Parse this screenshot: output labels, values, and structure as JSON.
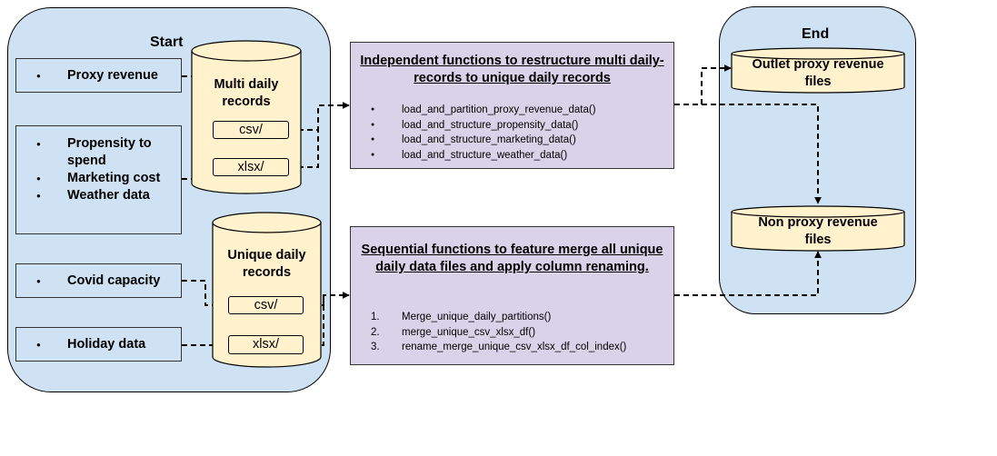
{
  "start": {
    "title": "Start"
  },
  "end": {
    "title": "End"
  },
  "sources": {
    "proxy": [
      "Proxy revenue"
    ],
    "group": [
      "Propensity to spend",
      "Marketing cost",
      "Weather data"
    ],
    "covid": [
      "Covid capacity"
    ],
    "holiday": [
      "Holiday data"
    ]
  },
  "stores": {
    "multi": {
      "title": "Multi daily records",
      "csv": "csv/",
      "xlsx": "xlsx/"
    },
    "unique": {
      "title": "Unique daily records",
      "csv": "csv/",
      "xlsx": "xlsx/"
    }
  },
  "functions": {
    "independent": {
      "title": "Independent functions to restructure multi daily-records to unique daily records",
      "items": [
        "load_and_partition_proxy_revenue_data()",
        "load_and_structure_propensity_data()",
        "load_and_structure_marketing_data()",
        "load_and_structure_weather_data()"
      ]
    },
    "sequential": {
      "title": "Sequential functions to feature merge all unique daily data files and apply column renaming.",
      "markers": [
        "1.",
        "2.",
        "3."
      ],
      "items": [
        "Merge_unique_daily_partitions()",
        "merge_unique_csv_xlsx_df()",
        "rename_merge_unique_csv_xlsx_df_col_index()"
      ]
    }
  },
  "outputs": {
    "outlet": "Outlet proxy revenue files",
    "non_proxy": "Non proxy revenue files"
  },
  "colors": {
    "panel": "#cfe2f3",
    "storage": "#fff2cc",
    "function": "#d9d2e9",
    "line": "#000000"
  }
}
